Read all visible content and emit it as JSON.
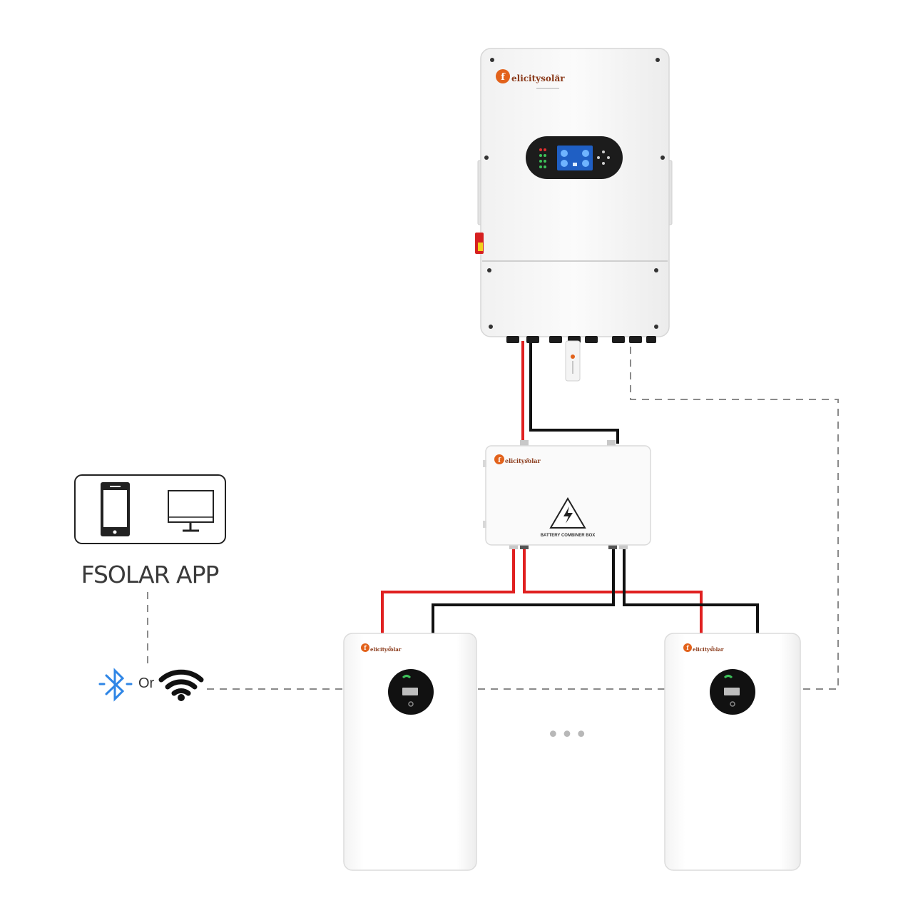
{
  "app": {
    "title": "FSOLAR APP",
    "connect_or": "Or",
    "icons": [
      "phone-icon",
      "monitor-icon",
      "bluetooth-icon",
      "wifi-icon"
    ]
  },
  "inverter": {
    "brand_f": "f",
    "brand": "elicitysolar",
    "brand_suffix": "®"
  },
  "combiner_box": {
    "brand_f": "f",
    "brand": "elicitysolar",
    "brand_suffix": "®",
    "label": "BATTERY COMBINER BOX"
  },
  "batteries": [
    {
      "brand_f": "f",
      "brand": "elicitysolar",
      "brand_suffix": "®"
    },
    {
      "brand_f": "f",
      "brand": "elicitysolar",
      "brand_suffix": "®"
    }
  ],
  "more_indicator": "•••",
  "colors": {
    "positive_cable": "#e02020",
    "negative_cable": "#111111",
    "communication_link": "#8a8a8a",
    "brand_orange": "#e2621b",
    "bluetooth_blue": "#2f86e6"
  }
}
